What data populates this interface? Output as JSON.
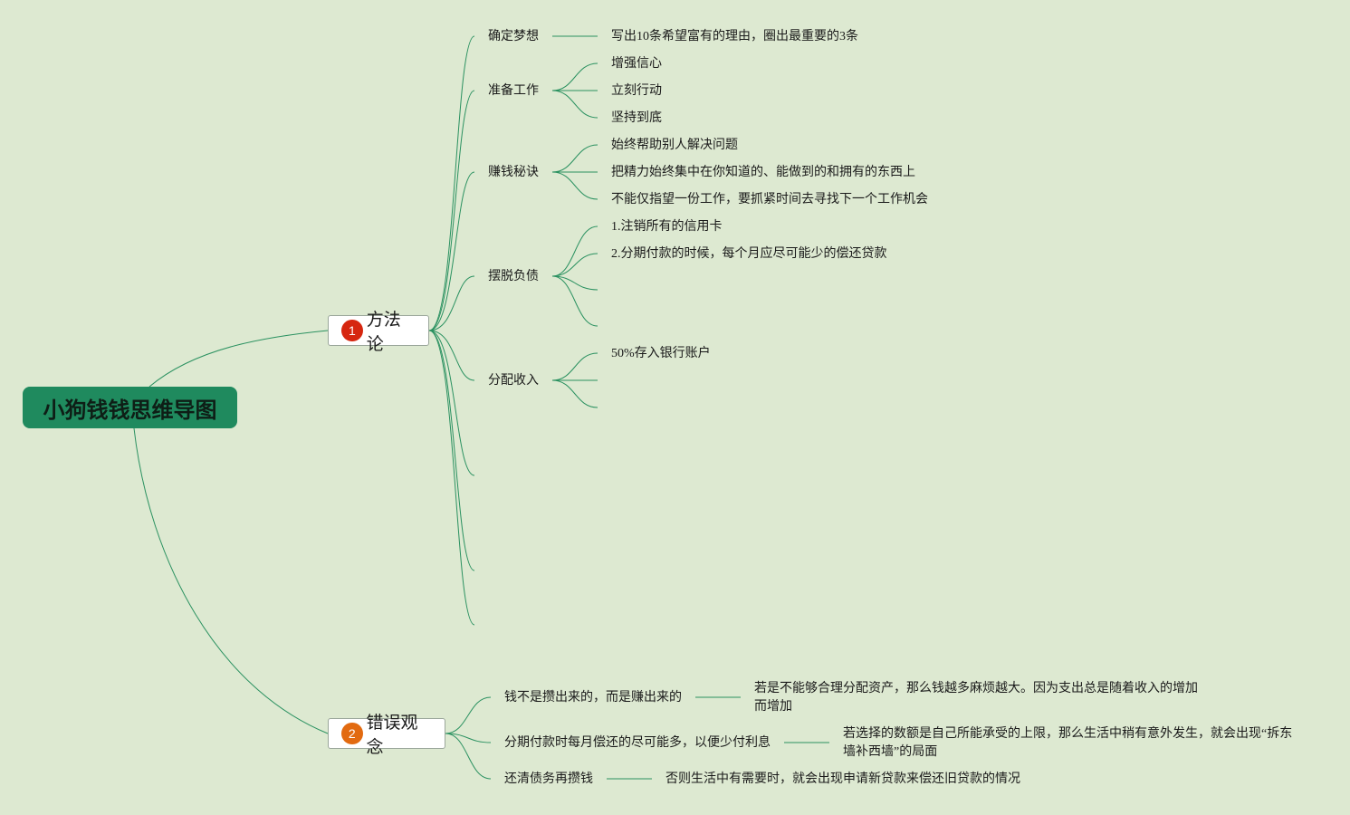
{
  "title": "小狗钱钱思维导图",
  "colors": {
    "background": "#dde9d1",
    "root": "#1f8a5e",
    "line": "#2a9160",
    "badge1": "#d6260f",
    "badge2": "#e26a10"
  },
  "topic1": {
    "number": "1",
    "label": "方法论",
    "branches": [
      {
        "label": "确定梦想",
        "children": [
          "写出10条希望富有的理由，圈出最重要的3条"
        ]
      },
      {
        "label": "准备工作",
        "children": [
          "增强信心",
          "立刻行动",
          "坚持到底"
        ]
      },
      {
        "label": "赚钱秘诀",
        "children": [
          "始终帮助别人解决问题",
          "把精力始终集中在你知道的、能做到的和拥有的东西上",
          "不能仅指望一份工作，要抓紧时间去寻找下一个工作机会"
        ]
      },
      {
        "label": "摆脱负债",
        "children": [
          "1.注销所有的信用卡",
          "2.分期付款的时候，每个月应尽可能少的偿还贷款",
          "",
          ""
        ]
      },
      {
        "label": "分配收入",
        "children": [
          "50%存入银行账户",
          "",
          ""
        ]
      },
      {
        "label": "",
        "children": []
      },
      {
        "label": "",
        "children": []
      },
      {
        "label": "",
        "children": []
      }
    ]
  },
  "topic2": {
    "number": "2",
    "label": "错误观念",
    "branches": [
      {
        "label": "钱不是攒出来的，而是赚出来的",
        "children": [
          "若是不能够合理分配资产，那么钱越多麻烦越大。因为支出总是随着收入的增加而增加"
        ]
      },
      {
        "label": "分期付款时每月偿还的尽可能多，以便少付利息",
        "children": [
          "若选择的数额是自己所能承受的上限，那么生活中稍有意外发生，就会出现“拆东墙补西墙”的局面"
        ]
      },
      {
        "label": "还清债务再攒钱",
        "children": [
          "否则生活中有需要时，就会出现申请新贷款来偿还旧贷款的情况"
        ]
      }
    ]
  }
}
